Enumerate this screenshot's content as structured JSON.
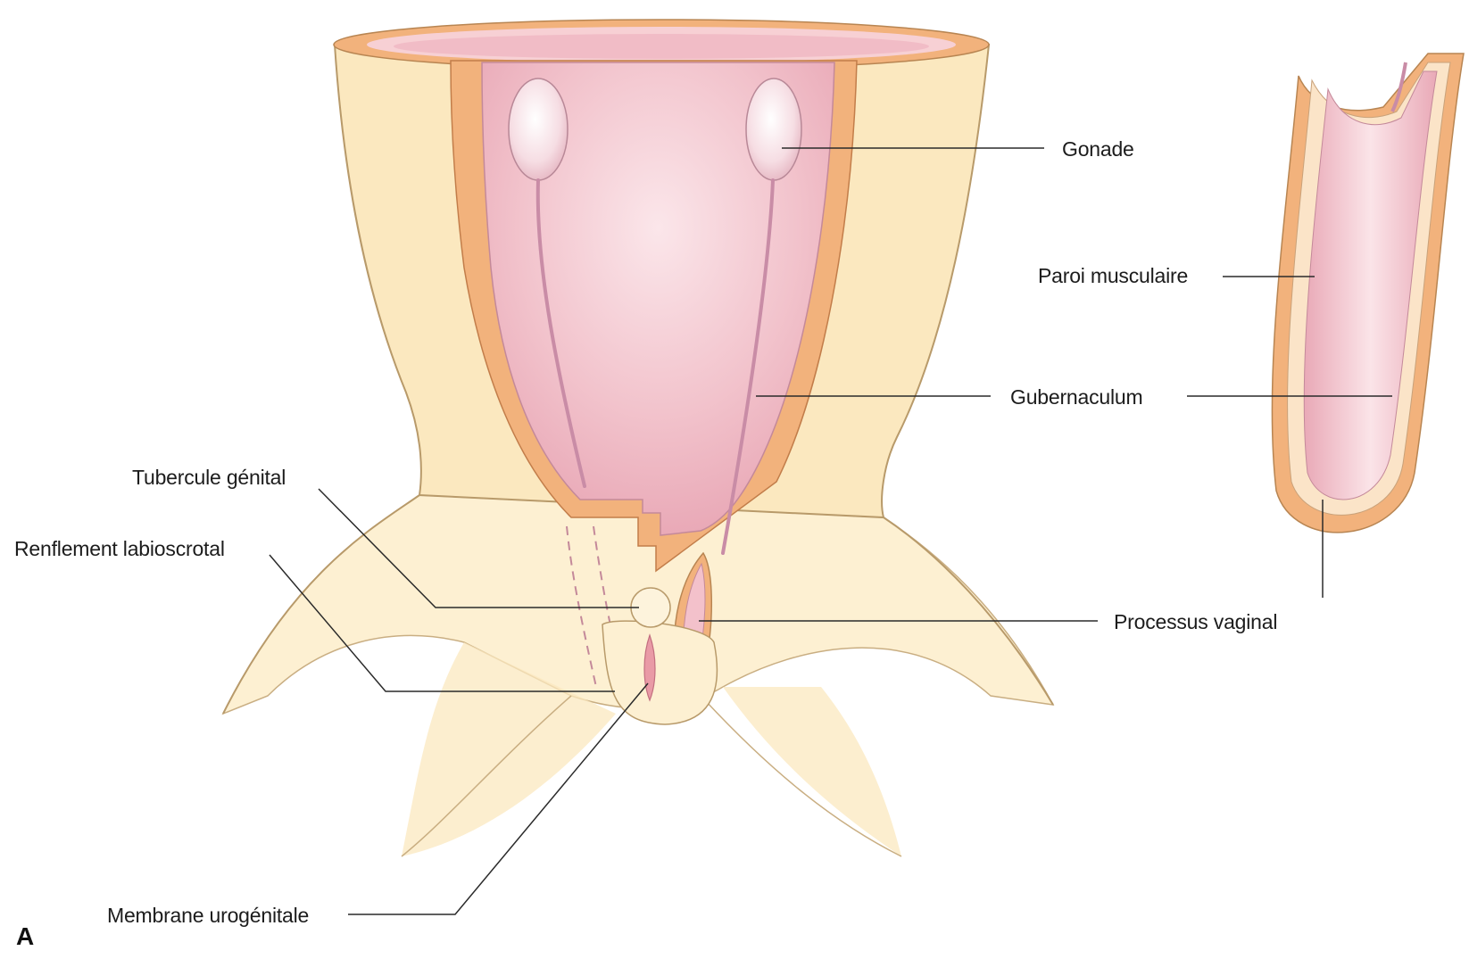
{
  "diagram": {
    "panel_letter": "A",
    "labels": {
      "gonade": "Gonade",
      "paroi_musculaire": "Paroi musculaire",
      "gubernaculum": "Gubernaculum",
      "tubercule_genital": "Tubercule génital",
      "renflement_labioscrotal": "Renflement labioscrotal",
      "processus_vaginal": "Processus vaginal",
      "membrane_urogenitale": "Membrane urogénitale"
    },
    "colors": {
      "body_skin": "#fbe8bf",
      "body_outline": "#b89a6a",
      "muscle_layer": "#f2b27c",
      "muscle_dark": "#e8955c",
      "peritoneum": "#f7d4d8",
      "cavity_pink": "#f0bcc6",
      "gonad": "#f8e3e8",
      "gubernaculum": "#c98ca6",
      "leader_line": "#2a2a2a"
    }
  }
}
